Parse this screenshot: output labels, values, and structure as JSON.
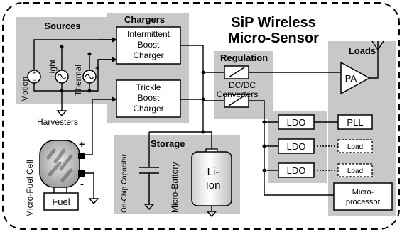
{
  "title": {
    "line1": "SiP Wireless",
    "line2": "Micro-Sensor"
  },
  "sections": {
    "sources": "Sources",
    "chargers": "Chargers",
    "regulation": "Regulation",
    "loads": "Loads",
    "storage": "Storage"
  },
  "sources": {
    "motion": "Motion",
    "light": "Light",
    "thermal": "Thermal",
    "harvesters": "Harvesters"
  },
  "chargers": {
    "intermittent": [
      "Intermittent",
      "Boost",
      "Charger"
    ],
    "trickle": [
      "Trickle",
      "Boost",
      "Charger"
    ]
  },
  "regulation": {
    "dcdc": [
      "DC/DC",
      "Converters"
    ]
  },
  "regulators": [
    "LDO",
    "LDO",
    "LDO"
  ],
  "loads": {
    "pa": "PA",
    "pll": "PLL",
    "load1": "Load",
    "load2": "Load",
    "micro": [
      "Micro-",
      "processor"
    ]
  },
  "storage": {
    "cap": "On-Chip Capacitor",
    "battery_label": "Micro-Battery",
    "battery_text": [
      "Li-",
      "Ion"
    ]
  },
  "fuel": {
    "cell_label": "Micro-Fuel Cell",
    "fuel": "Fuel",
    "plus": "+",
    "minus": "-"
  },
  "colors": {
    "panel": "#c8c8c8",
    "box": "#ffffff",
    "line": "#000000"
  }
}
